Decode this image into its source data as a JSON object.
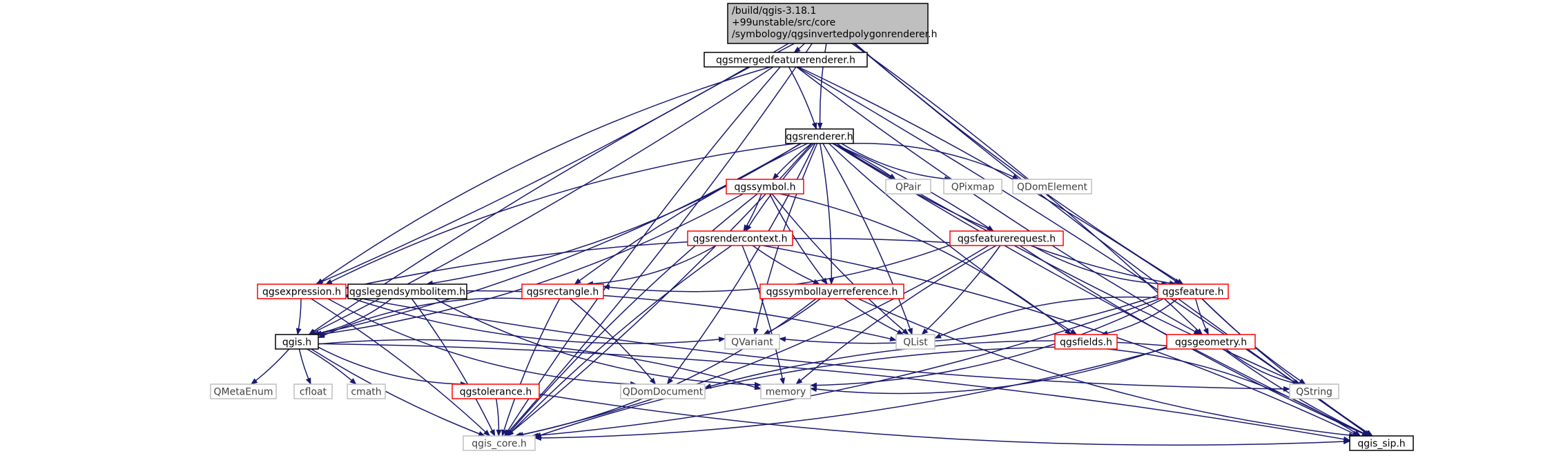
{
  "colors": {
    "edge": "#191970",
    "root_fill": "#bfbfbf",
    "normal_border": "#000000",
    "red_border": "#ff0000",
    "gray_border": "#bfbfbf",
    "gray_text": "#404040",
    "text": "#000000"
  },
  "nodes": [
    {
      "id": "root",
      "label": "/build/qgis-3.18.1\n+99unstable/src/core\n/symbology/qgsinvertedpolygonrenderer.h",
      "style": "root"
    },
    {
      "id": "merged",
      "label": "qgsmergedfeaturerenderer.h",
      "style": "normal"
    },
    {
      "id": "renderer",
      "label": "qgsrenderer.h",
      "style": "normal"
    },
    {
      "id": "symbol",
      "label": "qgssymbol.h",
      "style": "red"
    },
    {
      "id": "qpair",
      "label": "QPair",
      "style": "gray"
    },
    {
      "id": "qpixmap",
      "label": "QPixmap",
      "style": "gray"
    },
    {
      "id": "qdomelement",
      "label": "QDomElement",
      "style": "gray"
    },
    {
      "id": "rendercontext",
      "label": "qgsrendercontext.h",
      "style": "red"
    },
    {
      "id": "featurerequest",
      "label": "qgsfeaturerequest.h",
      "style": "red"
    },
    {
      "id": "expression",
      "label": "qgsexpression.h",
      "style": "red"
    },
    {
      "id": "legendsymbolitem",
      "label": "qgslegendsymbolitem.h",
      "style": "normal"
    },
    {
      "id": "rectangle",
      "label": "qgsrectangle.h",
      "style": "red"
    },
    {
      "id": "symbollayerref",
      "label": "qgssymbollayerreference.h",
      "style": "red"
    },
    {
      "id": "feature",
      "label": "qgsfeature.h",
      "style": "red"
    },
    {
      "id": "qgis",
      "label": "qgis.h",
      "style": "normal"
    },
    {
      "id": "qvariant",
      "label": "QVariant",
      "style": "gray"
    },
    {
      "id": "qlist",
      "label": "QList",
      "style": "gray"
    },
    {
      "id": "fields",
      "label": "qgsfields.h",
      "style": "red"
    },
    {
      "id": "geometry",
      "label": "qgsgeometry.h",
      "style": "red"
    },
    {
      "id": "qmetaenum",
      "label": "QMetaEnum",
      "style": "gray"
    },
    {
      "id": "cfloat",
      "label": "cfloat",
      "style": "gray"
    },
    {
      "id": "cmath",
      "label": "cmath",
      "style": "gray"
    },
    {
      "id": "tolerance",
      "label": "qgstolerance.h",
      "style": "red"
    },
    {
      "id": "qdomdocument",
      "label": "QDomDocument",
      "style": "gray"
    },
    {
      "id": "memory",
      "label": "memory",
      "style": "gray"
    },
    {
      "id": "qstring",
      "label": "QString",
      "style": "gray"
    },
    {
      "id": "qgiscore",
      "label": "qgis_core.h",
      "style": "gray"
    },
    {
      "id": "qgissip",
      "label": "qgis_sip.h",
      "style": "normal"
    }
  ],
  "edges": [
    [
      "root",
      "merged"
    ],
    [
      "root",
      "renderer"
    ],
    [
      "root",
      "expression"
    ],
    [
      "root",
      "qgis"
    ],
    [
      "root",
      "qgiscore"
    ],
    [
      "root",
      "feature"
    ],
    [
      "root",
      "geometry"
    ],
    [
      "root",
      "qgissip"
    ],
    [
      "merged",
      "renderer"
    ],
    [
      "merged",
      "expression"
    ],
    [
      "merged",
      "qgis"
    ],
    [
      "merged",
      "qgiscore"
    ],
    [
      "merged",
      "feature"
    ],
    [
      "merged",
      "geometry"
    ],
    [
      "merged",
      "qgissip"
    ],
    [
      "renderer",
      "symbol"
    ],
    [
      "renderer",
      "qpair"
    ],
    [
      "renderer",
      "qpixmap"
    ],
    [
      "renderer",
      "qdomelement"
    ],
    [
      "renderer",
      "rendercontext"
    ],
    [
      "renderer",
      "featurerequest"
    ],
    [
      "renderer",
      "expression"
    ],
    [
      "renderer",
      "legendsymbolitem"
    ],
    [
      "renderer",
      "rectangle"
    ],
    [
      "renderer",
      "symbollayerref"
    ],
    [
      "renderer",
      "feature"
    ],
    [
      "renderer",
      "qgis"
    ],
    [
      "renderer",
      "qvariant"
    ],
    [
      "renderer",
      "qlist"
    ],
    [
      "renderer",
      "fields"
    ],
    [
      "renderer",
      "qdomdocument"
    ],
    [
      "renderer",
      "qstring"
    ],
    [
      "renderer",
      "qgiscore"
    ],
    [
      "renderer",
      "qgissip"
    ],
    [
      "symbol",
      "rendercontext"
    ],
    [
      "symbol",
      "symbollayerref"
    ],
    [
      "symbol",
      "qgis"
    ],
    [
      "symbol",
      "qlist"
    ],
    [
      "symbol",
      "fields"
    ],
    [
      "symbol",
      "qgiscore"
    ],
    [
      "rendercontext",
      "rectangle"
    ],
    [
      "rendercontext",
      "symbollayerref"
    ],
    [
      "rendercontext",
      "memory"
    ],
    [
      "rendercontext",
      "qgiscore"
    ],
    [
      "rendercontext",
      "qgissip"
    ],
    [
      "featurerequest",
      "expression"
    ],
    [
      "featurerequest",
      "rectangle"
    ],
    [
      "featurerequest",
      "feature"
    ],
    [
      "featurerequest",
      "qlist"
    ],
    [
      "featurerequest",
      "memory"
    ],
    [
      "featurerequest",
      "qgiscore"
    ],
    [
      "featurerequest",
      "qgissip"
    ],
    [
      "expression",
      "qgis"
    ],
    [
      "expression",
      "qvariant"
    ],
    [
      "expression",
      "qlist"
    ],
    [
      "expression",
      "qdomdocument"
    ],
    [
      "expression",
      "qgiscore"
    ],
    [
      "expression",
      "qstring"
    ],
    [
      "legendsymbolitem",
      "qgis"
    ],
    [
      "legendsymbolitem",
      "memory"
    ],
    [
      "legendsymbolitem",
      "qgiscore"
    ],
    [
      "rectangle",
      "qgis"
    ],
    [
      "rectangle",
      "qdomdocument"
    ],
    [
      "rectangle",
      "qgiscore"
    ],
    [
      "symbollayerref",
      "qvariant"
    ],
    [
      "symbollayerref",
      "qlist"
    ],
    [
      "symbollayerref",
      "qgiscore"
    ],
    [
      "symbollayerref",
      "qgissip"
    ],
    [
      "feature",
      "qvariant"
    ],
    [
      "feature",
      "qlist"
    ],
    [
      "feature",
      "fields"
    ],
    [
      "feature",
      "geometry"
    ],
    [
      "feature",
      "memory"
    ],
    [
      "feature",
      "qstring"
    ],
    [
      "feature",
      "qgiscore"
    ],
    [
      "feature",
      "qgissip"
    ],
    [
      "qgis",
      "qmetaenum"
    ],
    [
      "qgis",
      "cfloat"
    ],
    [
      "qgis",
      "cmath"
    ],
    [
      "qgis",
      "tolerance"
    ],
    [
      "qgis",
      "memory"
    ],
    [
      "qgis",
      "qgiscore"
    ],
    [
      "qgis",
      "qgissip"
    ],
    [
      "fields",
      "qgiscore"
    ],
    [
      "fields",
      "qgissip"
    ],
    [
      "geometry",
      "qdomdocument"
    ],
    [
      "geometry",
      "memory"
    ],
    [
      "geometry",
      "qstring"
    ],
    [
      "geometry",
      "qgiscore"
    ],
    [
      "geometry",
      "qgissip"
    ],
    [
      "tolerance",
      "qgiscore"
    ],
    [
      "tolerance",
      "qgissip"
    ]
  ]
}
